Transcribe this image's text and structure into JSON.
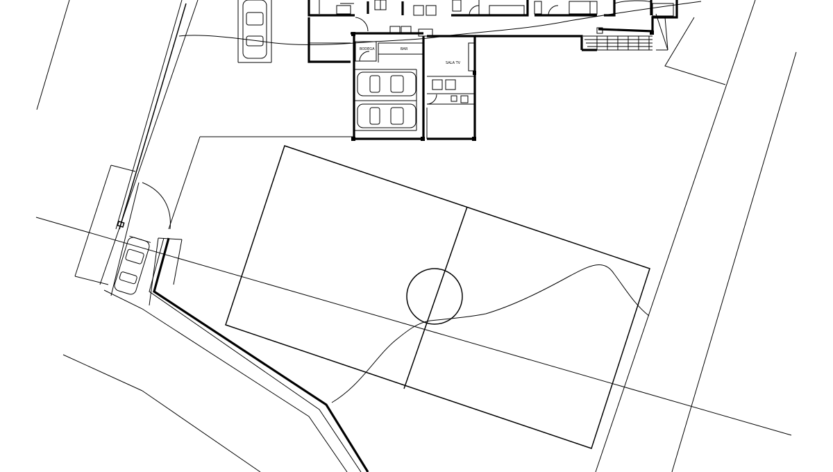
{
  "plan": {
    "labels": {
      "bodega": "BODEGA",
      "bar": "BAR",
      "sala_tv": "SALA TV"
    },
    "colors": {
      "ink": "#000000",
      "paper": "#ffffff"
    }
  }
}
